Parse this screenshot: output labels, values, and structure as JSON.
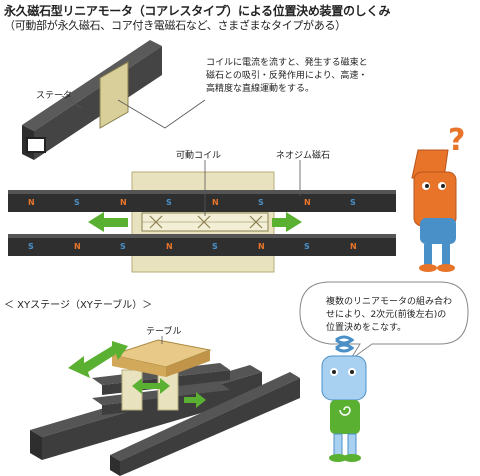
{
  "title": "永久磁石型リニアモータ（コアレスタイプ）による位置決め装置のしくみ",
  "subtitle": "（可動部が永久磁石、コア付き電磁石など、さまざまなタイプがある）",
  "description": "コイルに電流を流すと、発生する磁束と磁石との吸引・反発作用により、高速・高精度な直線運動をする。",
  "labels": {
    "stator": "ステータ",
    "moving_coil": "可動コイル",
    "neodymium_magnet": "ネオジム磁石",
    "xy_stage": "＜ XYステージ（XYテーブル）＞",
    "table": "テーブル"
  },
  "speech_bubble": "複数のリニアモータの組み合わせにより、2次元(前後左右)の位置決めをこなす。",
  "magnets_top": [
    "N",
    "S",
    "N",
    "S",
    "N",
    "S",
    "N",
    "S"
  ],
  "magnets_bottom": [
    "S",
    "N",
    "S",
    "N",
    "S",
    "N",
    "S",
    "N"
  ],
  "colors": {
    "north": "#e8742a",
    "south": "#4a90c8",
    "rail": "#3a3a3a",
    "coil_box": "#e8e2bf",
    "arrow": "#5ab030"
  }
}
